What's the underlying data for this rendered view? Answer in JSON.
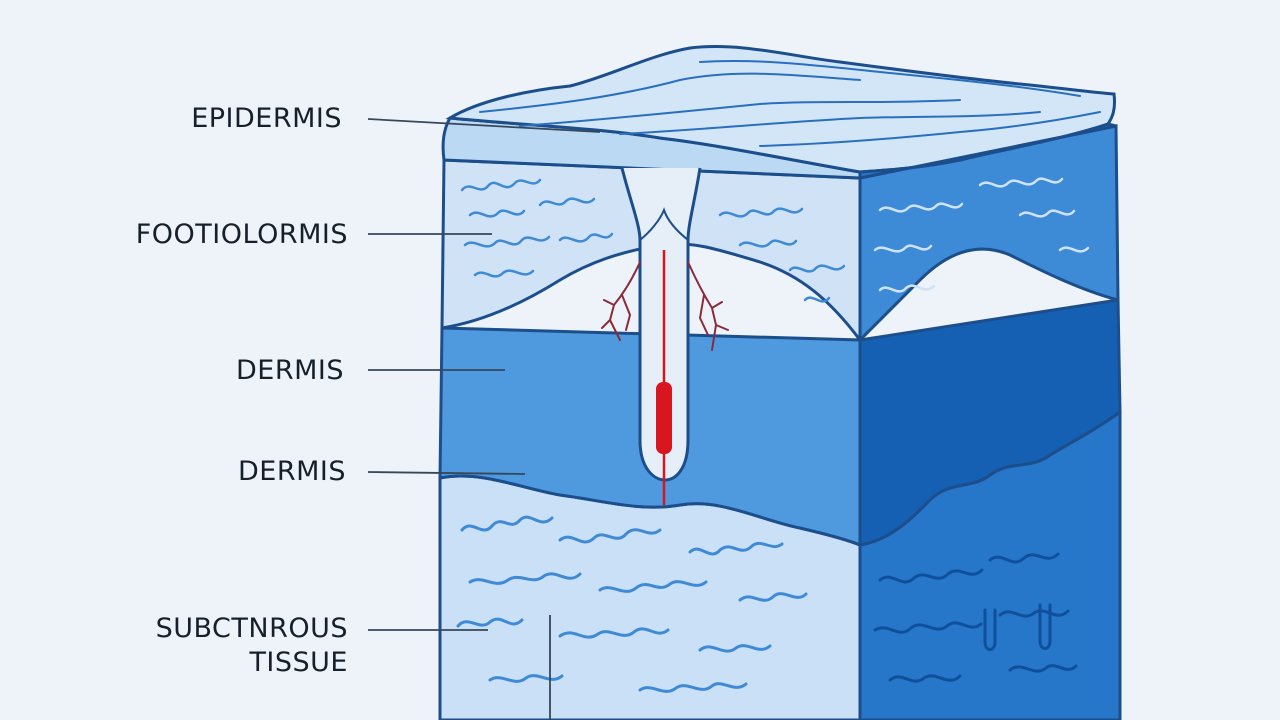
{
  "labels": {
    "epidermis": "EPIDERMIS",
    "footiolormis": "FOOTIOLORMIS",
    "dermis_upper": "DERMIS",
    "dermis_lower": "DERMIS",
    "subcutaneous_line1": "SUBCTNROUS",
    "subcutaneous_line2": "TISSUE"
  },
  "colors": {
    "background": "#eef3f9",
    "outline": "#1c4e8c",
    "top_surface": "#d3e6f8",
    "epidermis_front": "#bcd9f4",
    "wavy_layer_front": "#cfe2f6",
    "dermis_front": "#4f99de",
    "subcutaneous_front": "#cae0f6",
    "side_dark": "#2677c9",
    "side_darker": "#1560b3",
    "hair_follicle": "#e6eef7",
    "hair_shaft": "#d8161f",
    "leader_line": "#37475a"
  }
}
